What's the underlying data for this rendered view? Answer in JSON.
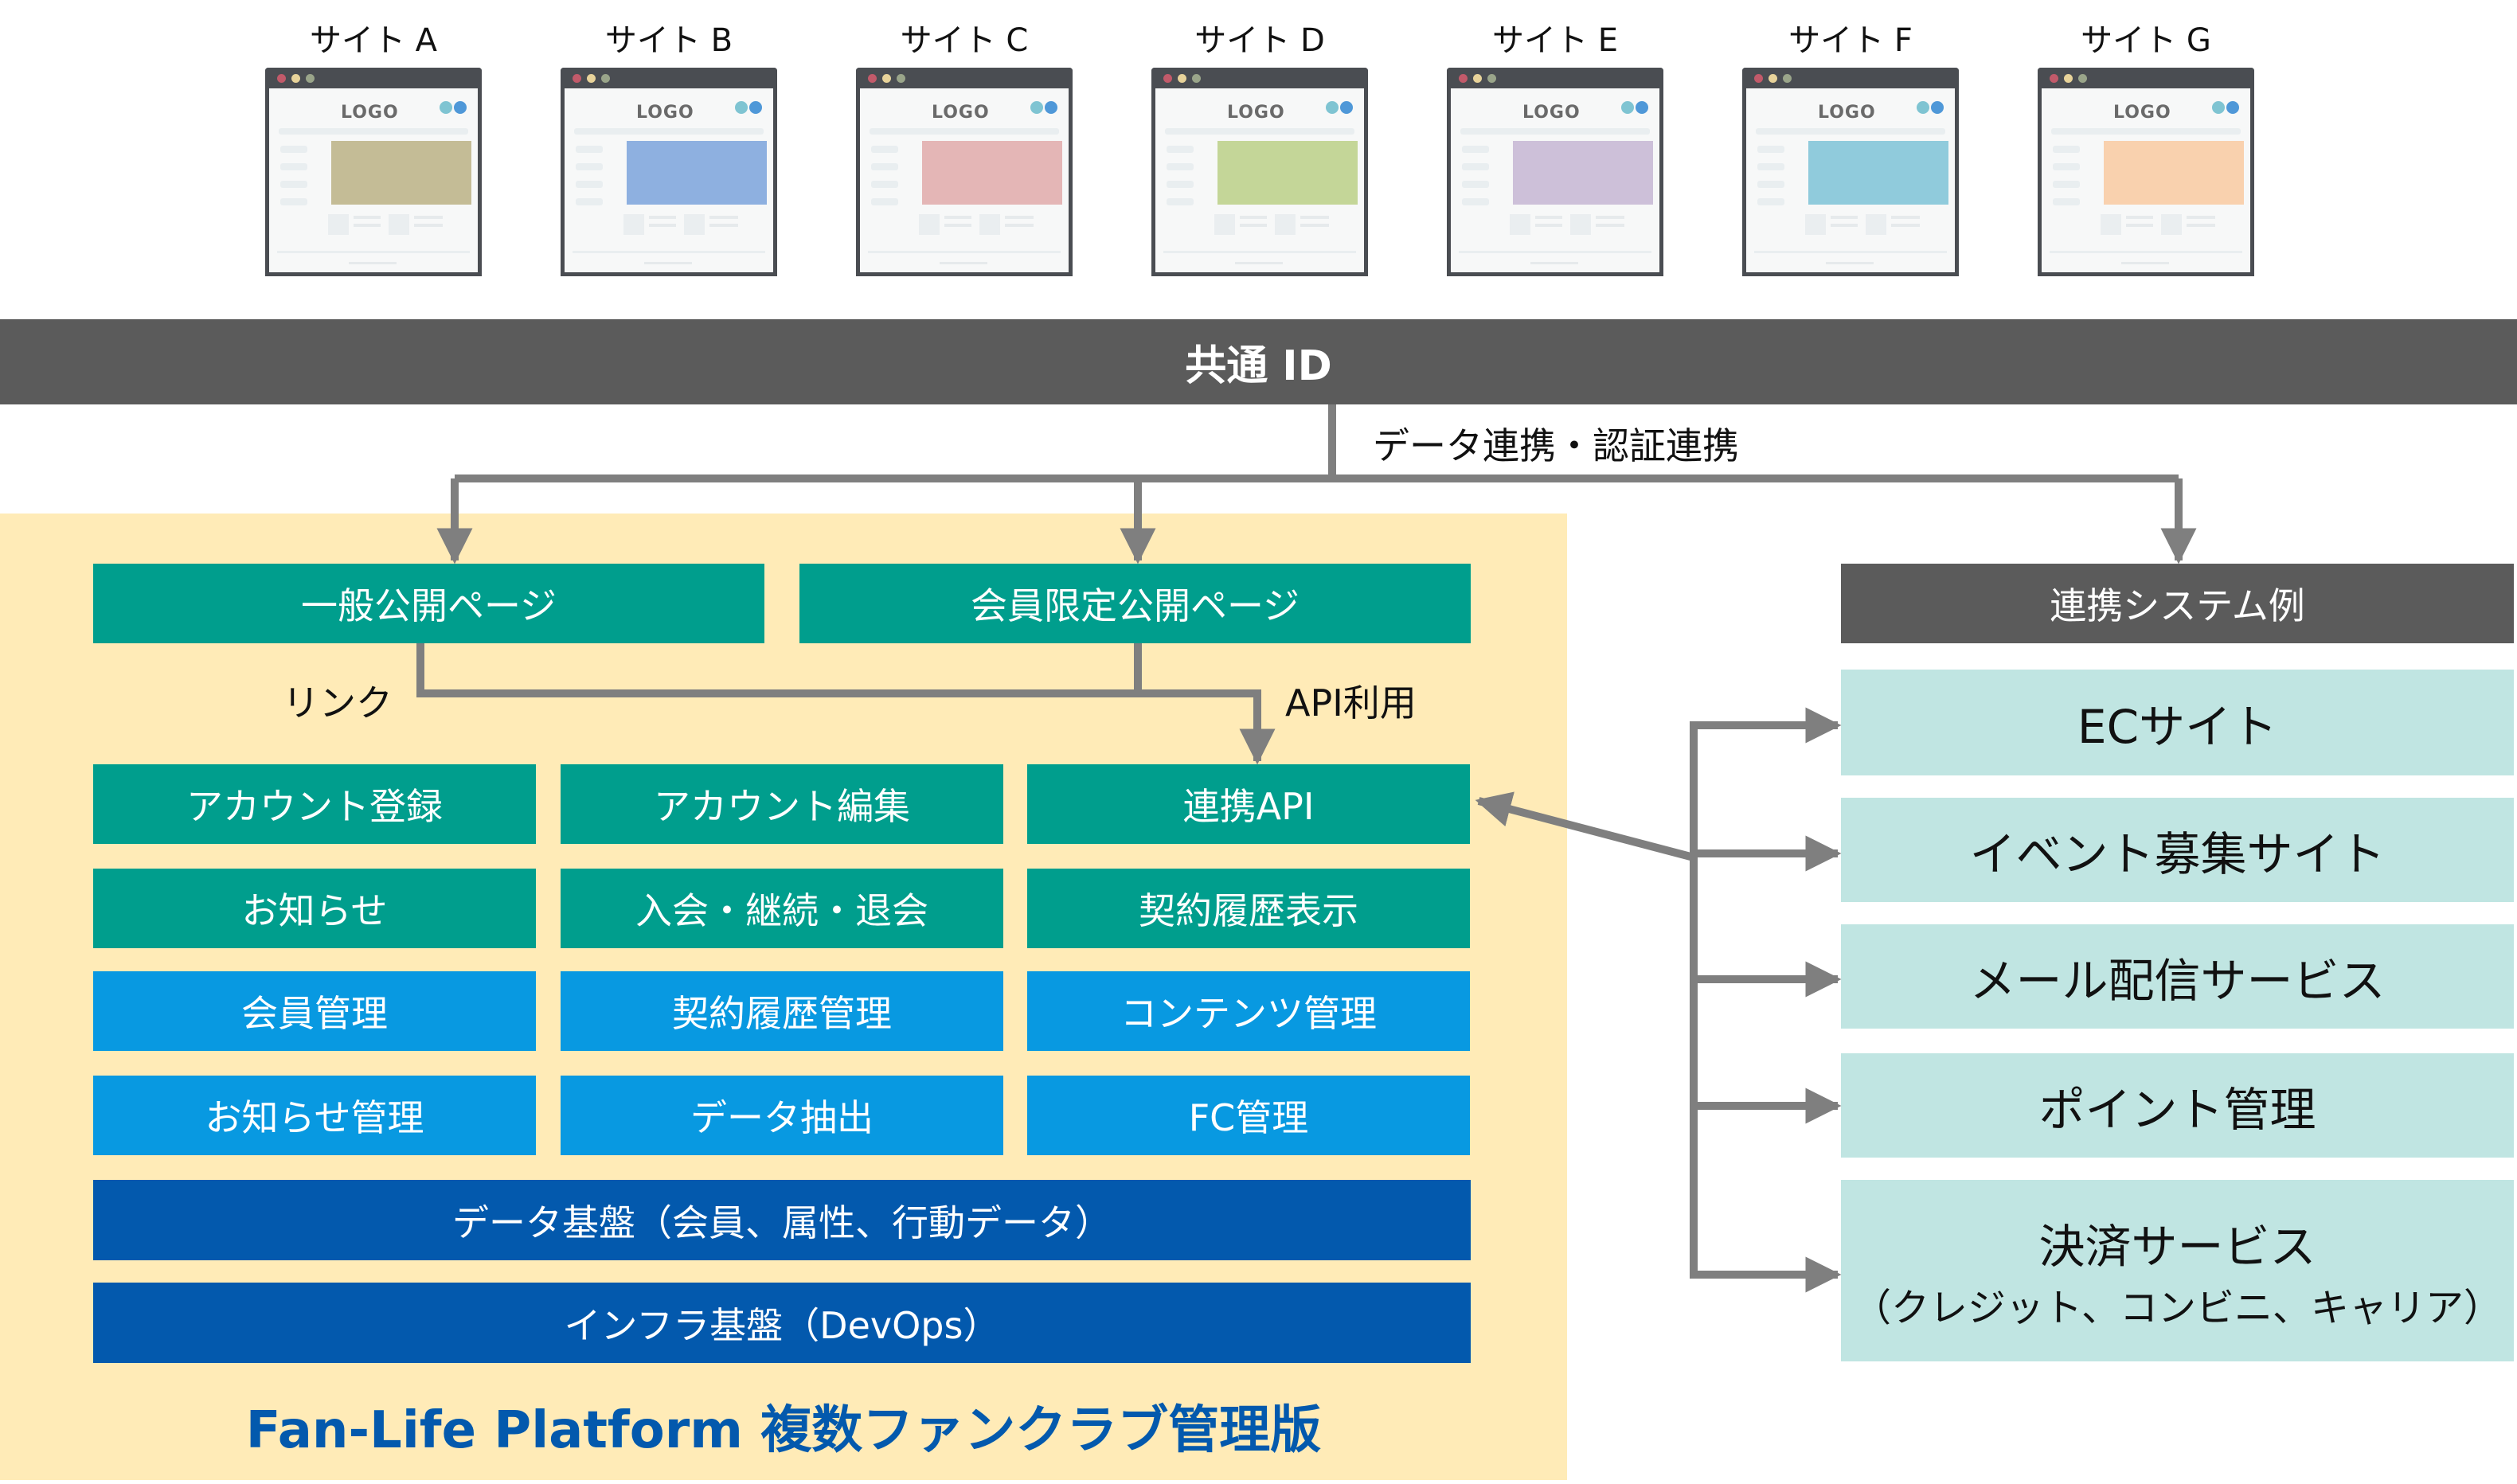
{
  "sites": [
    {
      "label": "サイト A",
      "hero_color": "#c4bc96"
    },
    {
      "label": "サイト B",
      "hero_color": "#8eb0e0"
    },
    {
      "label": "サイト C",
      "hero_color": "#e4b6b6"
    },
    {
      "label": "サイト D",
      "hero_color": "#c4d698"
    },
    {
      "label": "サイト E",
      "hero_color": "#cdc0d9"
    },
    {
      "label": "サイト F",
      "hero_color": "#90cbdc"
    },
    {
      "label": "サイト G",
      "hero_color": "#f9d1ae"
    }
  ],
  "site_mockup": {
    "logo_text": "LOGO"
  },
  "common_id": {
    "label": "共通 ID"
  },
  "connection_label": "データ連携・認証連携",
  "platform": {
    "pages": {
      "public": "一般公開ページ",
      "members_only": "会員限定公開ページ"
    },
    "link_label": "リンク",
    "api_usage_label": "API利用",
    "modules": [
      [
        {
          "label": "アカウント登録",
          "type": "front"
        },
        {
          "label": "アカウント編集",
          "type": "front"
        },
        {
          "label": "連携API",
          "type": "front"
        }
      ],
      [
        {
          "label": "お知らせ",
          "type": "front"
        },
        {
          "label": "入会・継続・退会",
          "type": "front"
        },
        {
          "label": "契約履歴表示",
          "type": "front"
        }
      ],
      [
        {
          "label": "会員管理",
          "type": "admin"
        },
        {
          "label": "契約履歴管理",
          "type": "admin"
        },
        {
          "label": "コンテンツ管理",
          "type": "admin"
        }
      ],
      [
        {
          "label": "お知らせ管理",
          "type": "admin"
        },
        {
          "label": "データ抽出",
          "type": "admin"
        },
        {
          "label": "FC管理",
          "type": "admin"
        }
      ]
    ],
    "foundations": {
      "data": "データ基盤（会員、属性、行動データ）",
      "infra": "インフラ基盤（DevOps）"
    },
    "title": "Fan-Life Platform 複数ファンクラブ管理版"
  },
  "linked_systems": {
    "header": "連携システム例",
    "items": [
      {
        "label": "ECサイト"
      },
      {
        "label": "イベント募集サイト"
      },
      {
        "label": "メール配信サービス"
      },
      {
        "label": "ポイント管理"
      },
      {
        "label": "決済サービス",
        "sublabel": "（クレジット、コンビニ、キャリア）"
      }
    ]
  },
  "colors": {
    "front_module": "#009e8d",
    "admin_module": "#0899e1",
    "foundation": "#0359ad",
    "header_dark": "#5b5b5b",
    "panel_bg": "#ffebb7",
    "linked_bg": "#c0e5e2",
    "connector": "#7f7f7f"
  }
}
